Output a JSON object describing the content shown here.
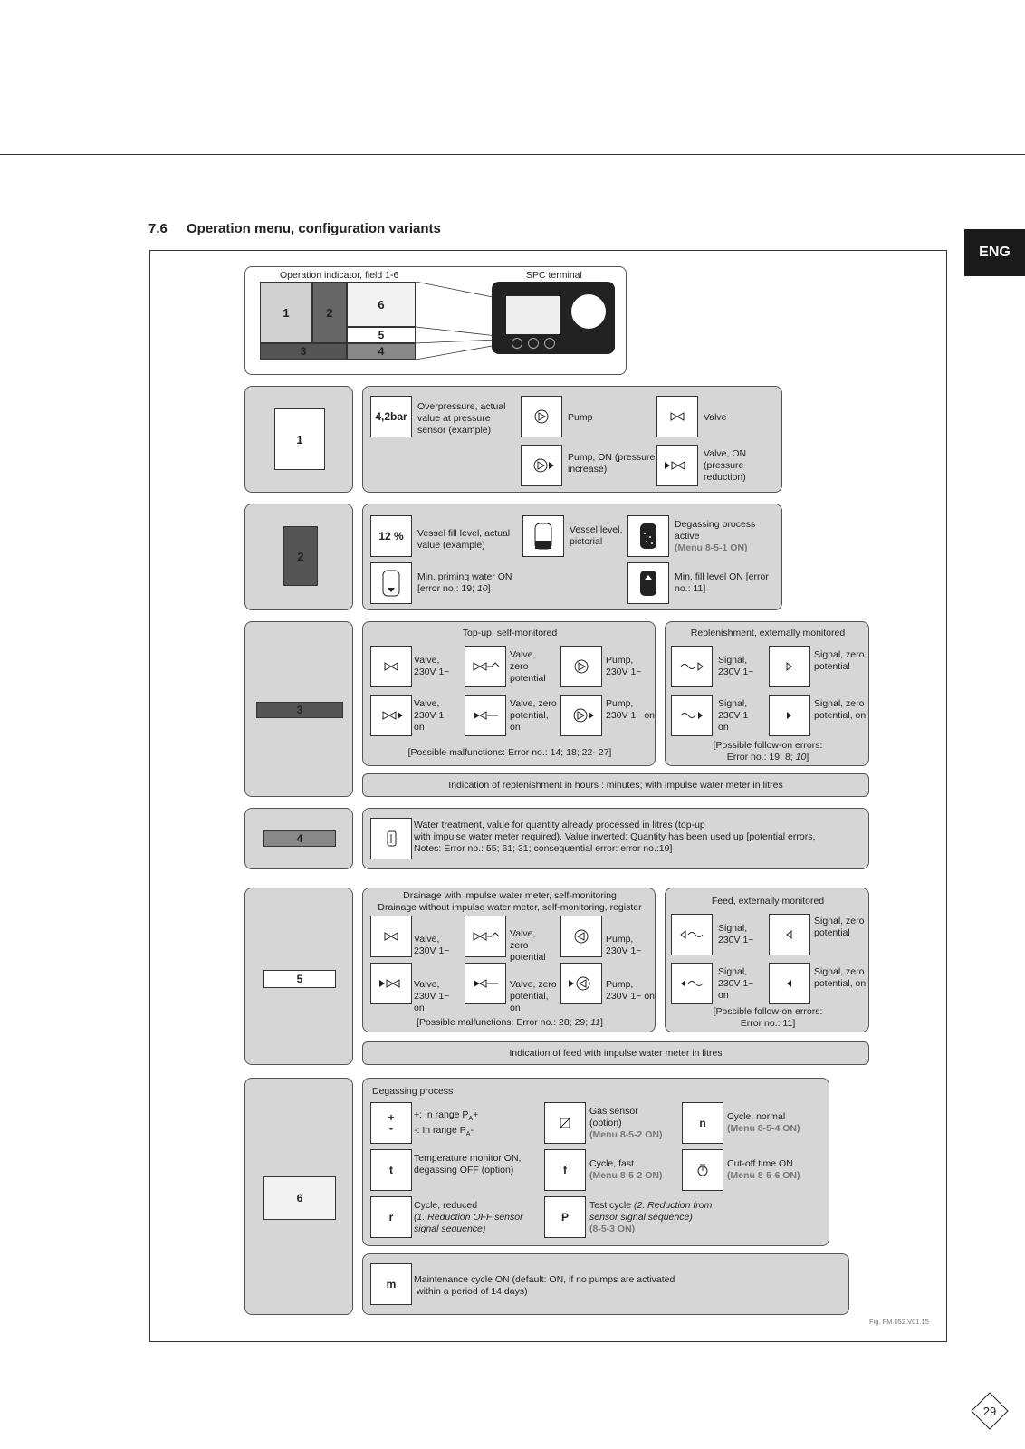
{
  "header": {
    "lang_tab": "ENG"
  },
  "section": {
    "number": "7.6",
    "title": "Operation menu, configuration variants"
  },
  "overview": {
    "field_label": "Operation indicator, field 1-6",
    "terminal_label": "SPC terminal",
    "fields": [
      "1",
      "2",
      "6",
      "5",
      "3",
      "4"
    ]
  },
  "row1": {
    "field": "1",
    "pressure_value": "4,2bar",
    "pressure_text": "Overpressure, actual value at pressure sensor (example)",
    "pump": "Pump",
    "valve": "Valve",
    "pump_on": "Pump, ON (pressure increase)",
    "valve_on": "Valve, ON (pressure reduction)"
  },
  "row2": {
    "field": "2",
    "fill_value": "12 %",
    "fill_text": "Vessel fill level, actual value (example)",
    "vessel_pictorial": "Vessel level, pictorial",
    "degassing": "Degassing process active",
    "degassing_menu": "(Menu 8-5-1 ON)",
    "min_priming": "Min. priming water ON",
    "min_priming_err": "[error no.: 19; ",
    "min_priming_err_it": "10",
    "min_fill": "Min. fill level ON [error no.: 11]"
  },
  "row3": {
    "field": "3",
    "topup_title": "Top-up, self-monitored",
    "valve": "Valve, 230V 1~",
    "valve_zero": "Valve, zero potential",
    "pump": "Pump, 230V 1~",
    "valve_on": "Valve, 230V 1~ on",
    "valve_zero_on": "Valve, zero potential, on",
    "pump_on": "Pump, 230V 1~ on",
    "topup_malf": "[Possible malfunctions: Error no.: 14; 18; 22- 27]",
    "repl_title": "Replenishment, externally monitored",
    "signal": "Signal, 230V 1~",
    "signal_zero": "Signal, zero potential",
    "signal_on": "Signal, 230V 1~ on",
    "signal_zero_on": "Signal, zero potential, on",
    "repl_follow": "[Possible follow-on errors:",
    "repl_follow2": "Error no.: 19; 8; ",
    "repl_follow2_it": "10",
    "repl_follow2_end": "]",
    "indication": "Indication of replenishment in hours : minutes; with impulse water meter in litres"
  },
  "row4": {
    "field": "4",
    "text1": "Water treatment, value for quantity already processed in litres (top-up",
    "text2": "with impulse water meter required). Value inverted: Quantity has been used up [potential errors,",
    "text3": "Notes: Error no.: 55; 61; 31; consequential error: error no.:19]"
  },
  "row5": {
    "field": "5",
    "drain_title1": "Drainage with impulse water meter, self-monitoring",
    "drain_title2": "Drainage without impulse water meter, self-monitoring, register",
    "valve": "Valve, 230V 1~",
    "valve_zero": "Valve, zero potential",
    "pump": "Pump, 230V 1~",
    "valve_on": "Valve, 230V 1~ on",
    "valve_zero_on": "Valve, zero potential, on",
    "pump_on": "Pump, 230V 1~ on",
    "drain_malf": "[Possible malfunctions: Error no.: 28; 29; ",
    "drain_malf_it": "11",
    "drain_malf_end": "]",
    "feed_title": "Feed, externally monitored",
    "signal": "Signal, 230V 1~",
    "signal_zero": "Signal, zero potential",
    "signal_on": "Signal, 230V 1~ on",
    "signal_zero_on": "Signal, zero potential, on",
    "feed_follow": "[Possible follow-on errors:",
    "feed_follow2": "Error no.: 11]",
    "indication": "Indication of feed with impulse water meter in litres"
  },
  "row6": {
    "field": "6",
    "title": "Degassing process",
    "range_plus": "+: In range P",
    "range_minus": "-: In range P",
    "sub": "A",
    "plus_sign": "+",
    "minus_sign": "-",
    "gas_sensor": "Gas sensor",
    "gas_option": "(option)",
    "gas_menu": "(Menu 8-5-2 ON)",
    "cycle_normal": "Cycle, normal",
    "cycle_normal_menu": "(Menu 8-5-4 ON)",
    "temp_monitor": "Temperature monitor ON, degassing OFF (option)",
    "cycle_fast": "Cycle, fast",
    "cycle_fast_menu": "(Menu 8-5-2 ON)",
    "cutoff": "Cut-off time ON",
    "cutoff_menu": "(Menu 8-5-6 ON)",
    "cycle_reduced": "Cycle, reduced",
    "cycle_reduced_it": "(1. Reduction OFF sensor signal sequence)",
    "test_cycle": "Test cycle ",
    "test_cycle_it": "(2. Reduction from sensor signal sequence)",
    "test_menu": "(8-5-3 ON)",
    "maintenance1": "Maintenance cycle ON (default: ON, if no pumps are activated",
    "maintenance2": "within a period of 14 days)",
    "letters": {
      "n": "n",
      "t": "t",
      "f": "f",
      "r": "r",
      "p": "P",
      "m": "m"
    }
  },
  "footer": {
    "fig": "Fig. FM.052.V01.15",
    "page": "29"
  }
}
